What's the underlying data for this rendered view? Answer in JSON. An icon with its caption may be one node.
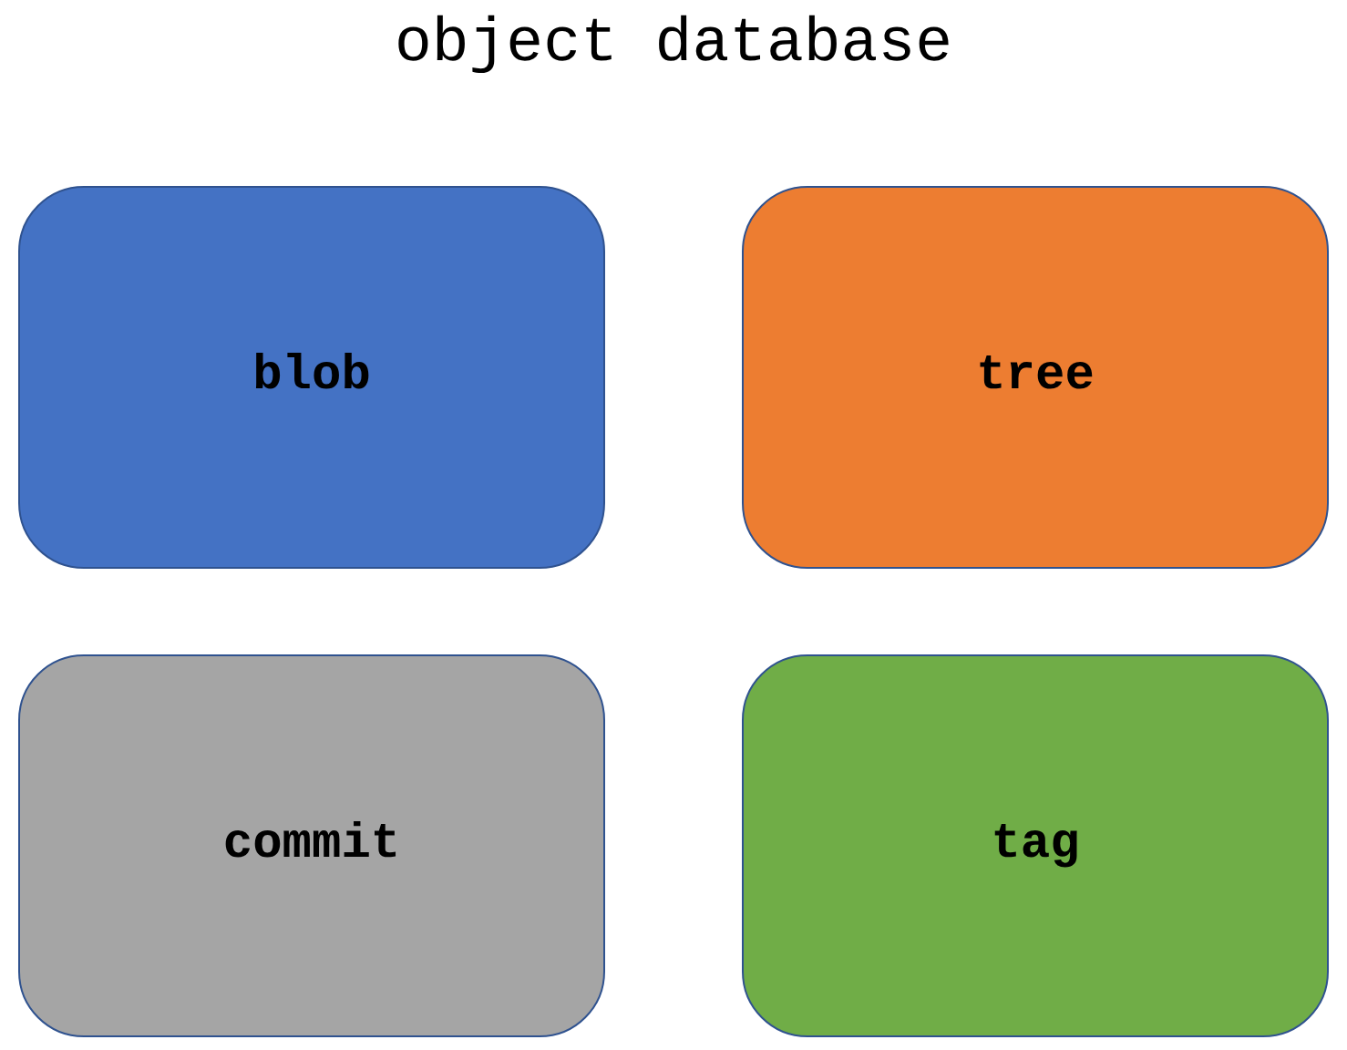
{
  "diagram": {
    "title": "object database",
    "nodes": [
      {
        "text": [
          "blob"
        ]
      },
      {
        "text": [
          "tree"
        ]
      },
      {
        "text": [
          "commit"
        ]
      },
      {
        "text": [
          "tag"
        ]
      }
    ],
    "edges": []
  }
}
